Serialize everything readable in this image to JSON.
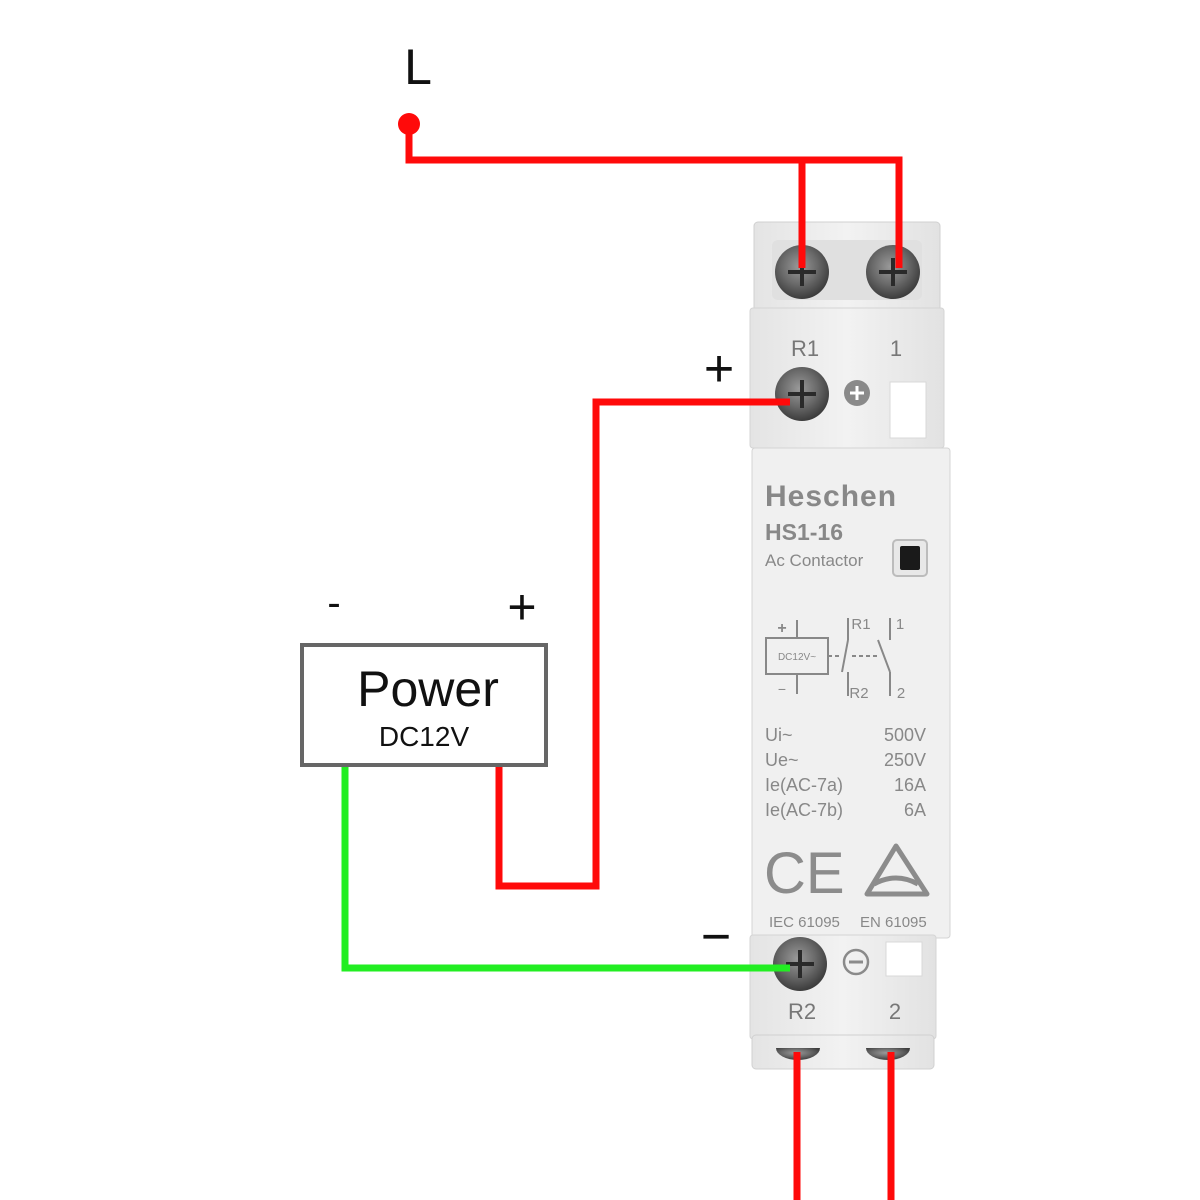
{
  "labels": {
    "line": "L",
    "coil_plus": "+",
    "coil_minus": "−",
    "supply_minus": "-",
    "supply_plus": "+"
  },
  "power_supply": {
    "title": "Power",
    "rating": "DC12V"
  },
  "contactor": {
    "brand": "Heschen",
    "model": "HS1-16",
    "type": "Ac Contactor",
    "top_terminals": [
      "R1",
      "1"
    ],
    "bottom_terminals": [
      "R2",
      "2"
    ],
    "schematic": {
      "coil_label": "DC12V~",
      "coil_plus": "+",
      "coil_minus": "−",
      "contacts_top": [
        "R1",
        "1"
      ],
      "contacts_bottom": [
        "R2",
        "2"
      ]
    },
    "ratings": [
      {
        "name": "Ui~",
        "value": "500V"
      },
      {
        "name": "Ue~",
        "value": "250V"
      },
      {
        "name": "Ie(AC-7a)",
        "value": "16A"
      },
      {
        "name": "Ie(AC-7b)",
        "value": "6A"
      }
    ],
    "ce_mark": "CE",
    "standards": [
      "IEC 61095",
      "EN 61095"
    ]
  },
  "colors": {
    "live_wire": "#ff0a0a",
    "negative_wire": "#22ee22",
    "box_border": "#666666",
    "housing": "#eeeeee",
    "housing_shadow": "#d6d6d6",
    "label_text": "#777777"
  }
}
